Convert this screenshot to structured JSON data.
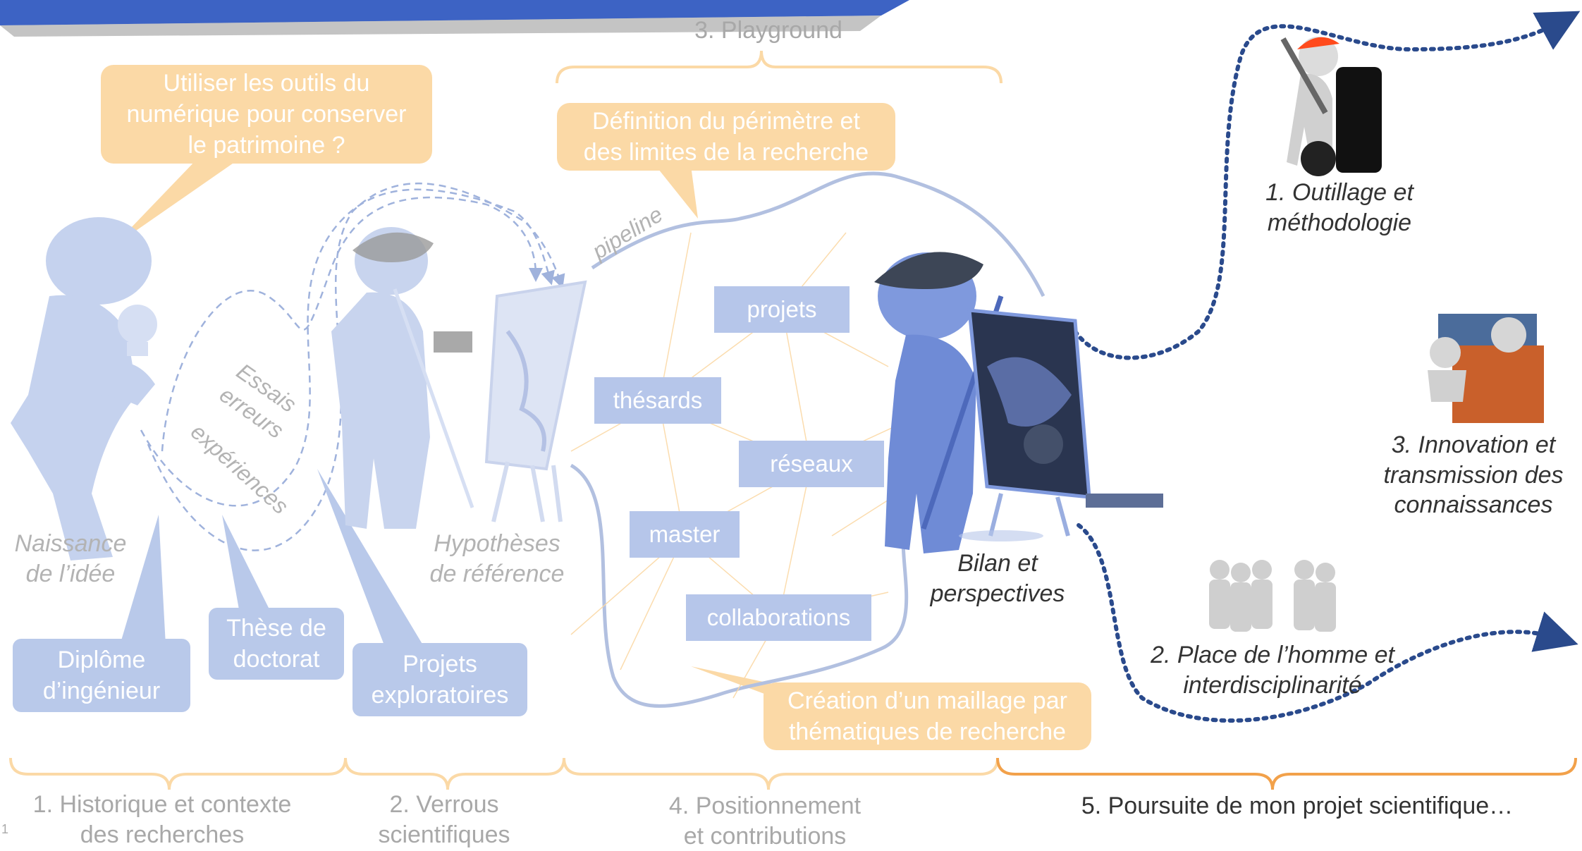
{
  "sections": {
    "playground": "3. Playground",
    "historique": "1. Historique et contexte\ndes recherches",
    "verrous": "2. Verrous\nscientifiques",
    "positionnement": "4. Positionnement\net contributions",
    "poursuite": "5. Poursuite de mon projet scientifique…"
  },
  "bubbles": {
    "question": "Utiliser les outils du\nnumérique pour conserver\nle patrimoine ?",
    "definition": "Définition du périmètre et\ndes limites de la recherche",
    "creation": "Création d’un maillage par\nthématiques de recherche",
    "diplome": "Diplôme\nd’ingénieur",
    "these": "Thèse de\ndoctorat",
    "projets_exploratoires": "Projets\nexploratoires"
  },
  "figure_labels": {
    "naissance": "Naissance\nde l’idée",
    "hypotheses": "Hypothèses\nde référence",
    "bilan": "Bilan et\nperspectives"
  },
  "path_labels": {
    "essais": "Essais",
    "erreurs": "erreurs",
    "experiences": "expériences",
    "pipeline": "pipeline"
  },
  "network_nodes": {
    "projets": "projets",
    "thesards": "thésards",
    "reseaux": "réseaux",
    "master": "master",
    "collaborations": "collaborations"
  },
  "future": {
    "outillage": "1. Outillage et\nméthodologie",
    "place": "2. Place de l’homme et\ninterdisciplinarité",
    "innovation": "3. Innovation et\ntransmission des\nconnaissances"
  },
  "slide_number": "1",
  "colors": {
    "orange_light": "#fbd9a6",
    "orange_brace": "#f2a14a",
    "blue_light": "#b9c9ea",
    "blue_dark": "#2a4a8c",
    "banner": "#3d63c4"
  }
}
